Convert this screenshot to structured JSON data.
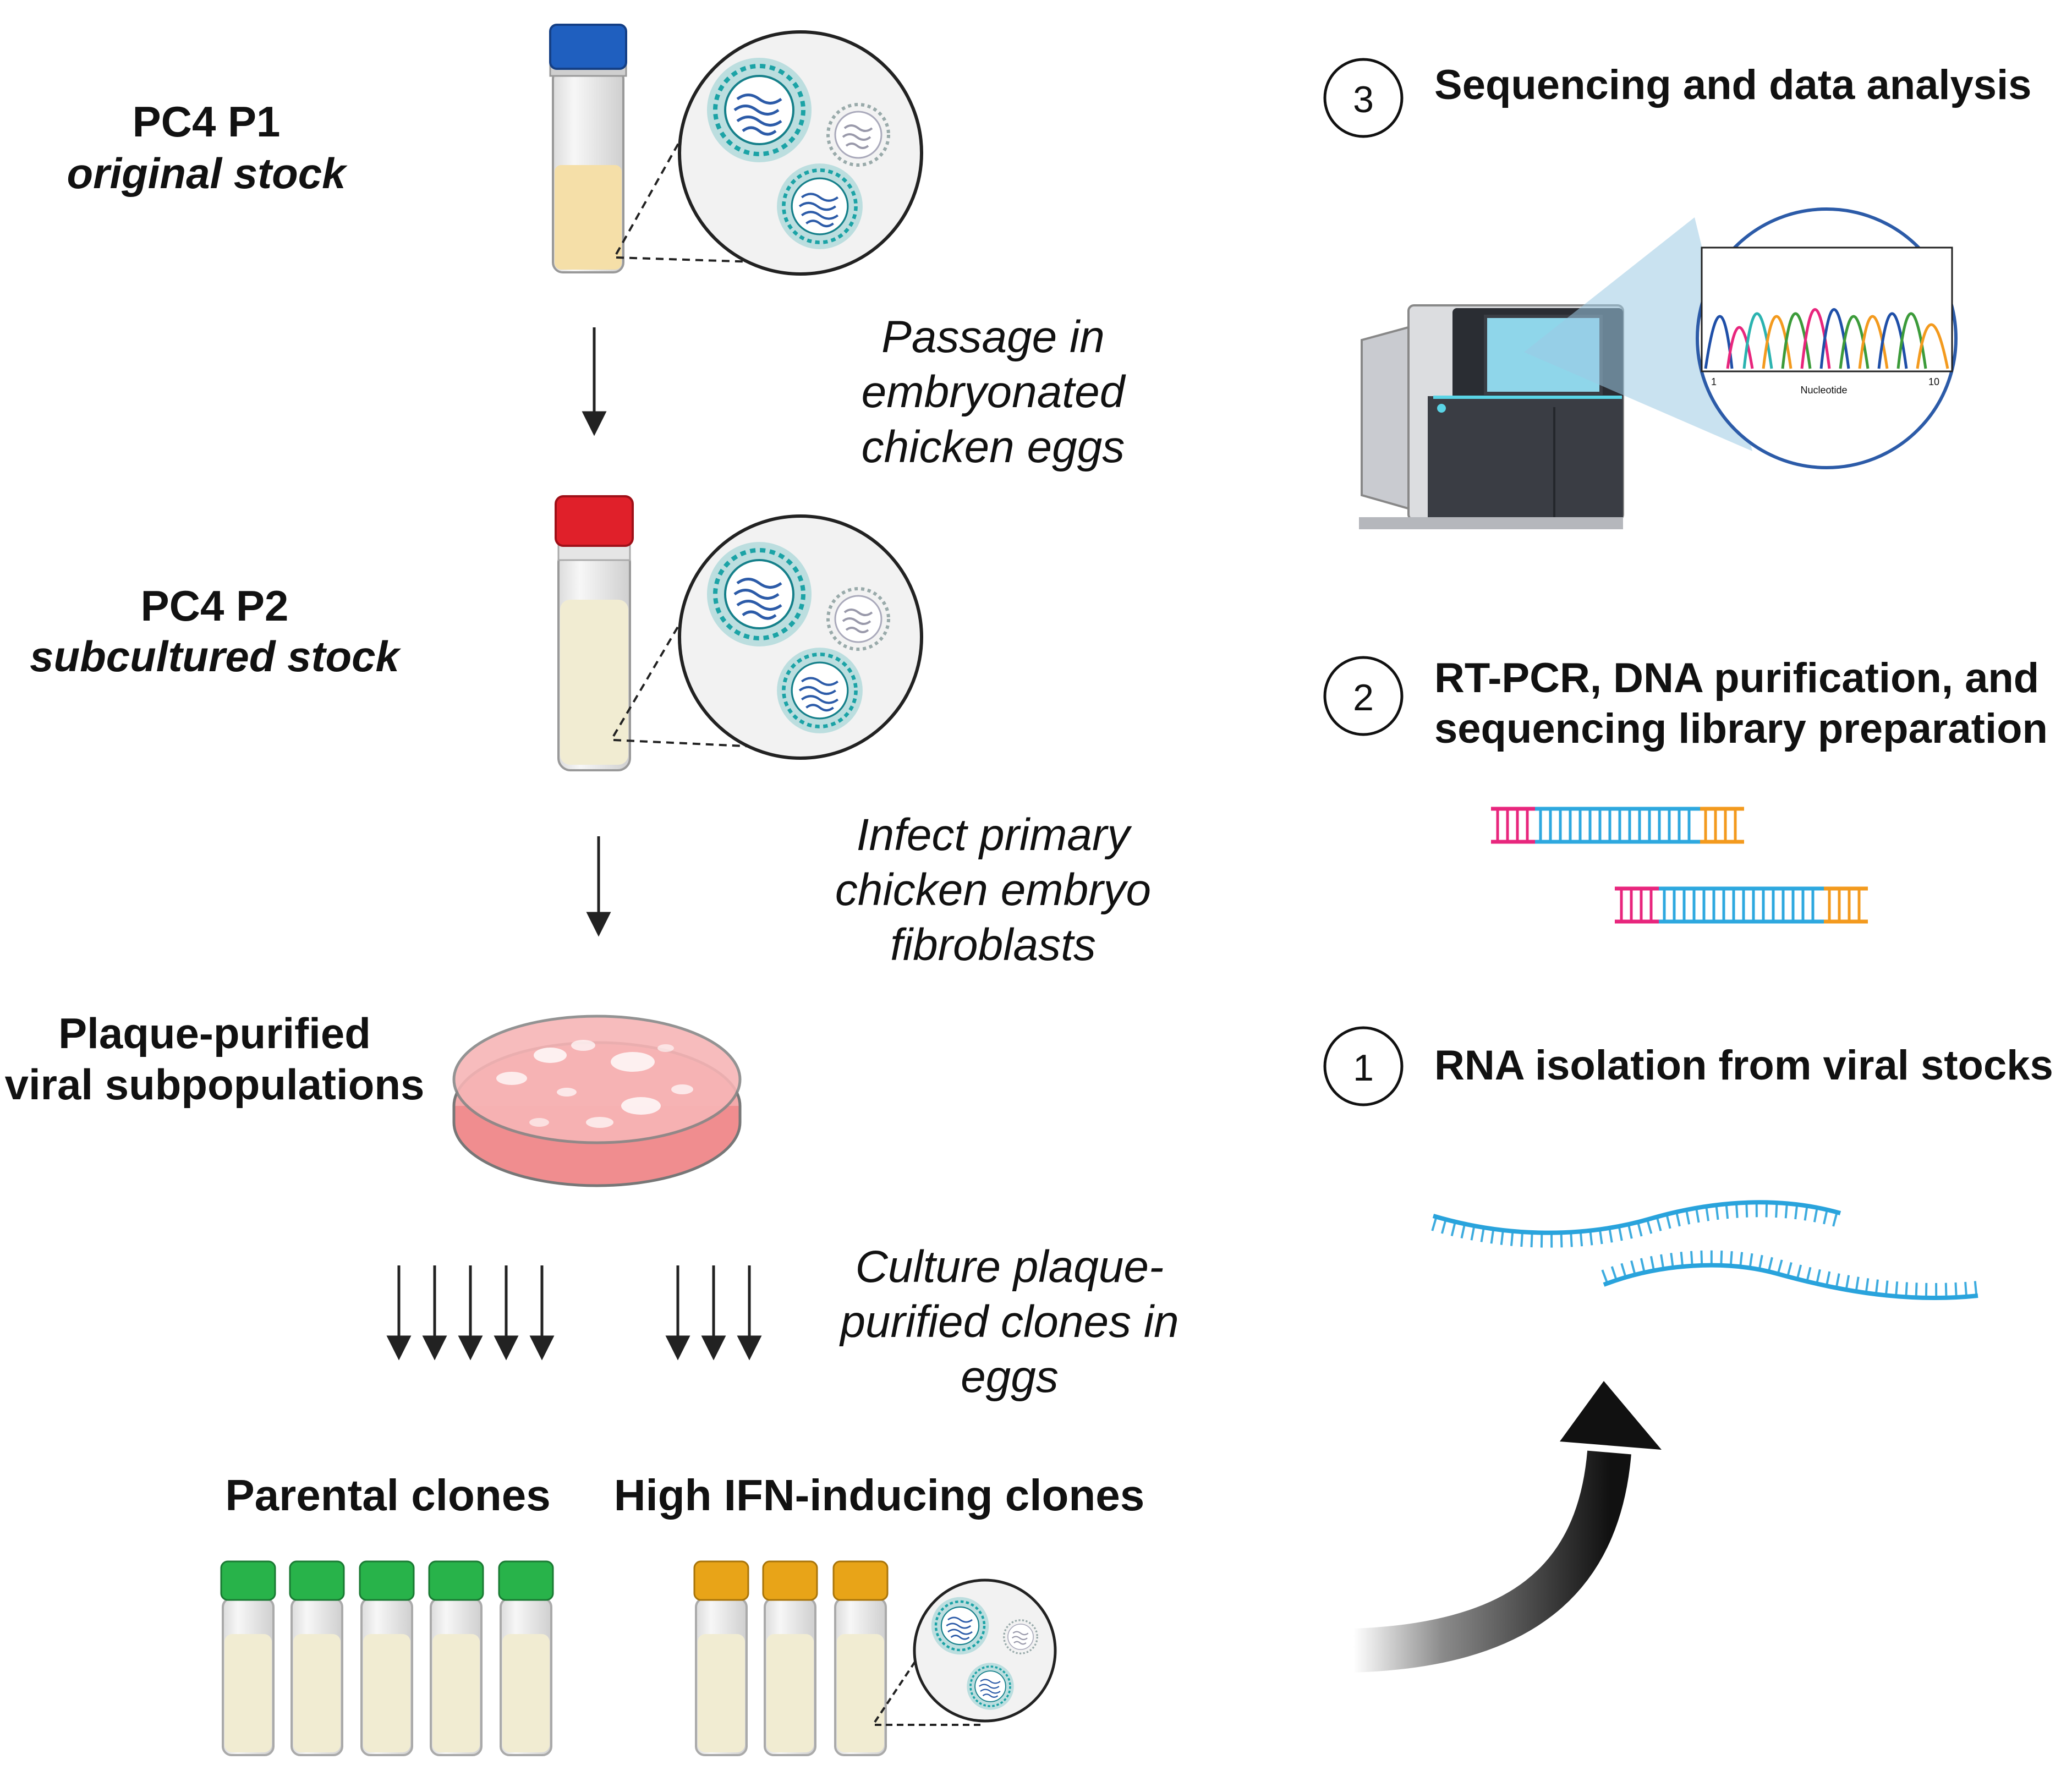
{
  "stocks": {
    "p1": {
      "name": "PC4 P1",
      "desc": "original stock"
    },
    "p2": {
      "name": "PC4 P2",
      "desc": "subcultured stock"
    },
    "plaque": {
      "line1": "Plaque-purified",
      "line2": "viral subpopulations"
    }
  },
  "processes": {
    "passage": [
      "Passage in",
      "embryonated",
      "chicken eggs"
    ],
    "infect": [
      "Infect primary",
      "chicken embryo",
      "fibroblasts"
    ],
    "culture": [
      "Culture plaque-",
      "purified clones in",
      "eggs"
    ]
  },
  "clones": {
    "parental": "Parental clones",
    "high_ifn": "High IFN-inducing clones"
  },
  "steps": [
    {
      "number": "3",
      "line1": "Sequencing and data analysis",
      "line2": ""
    },
    {
      "number": "2",
      "line1": "RT-PCR, DNA purification, and",
      "line2": "sequencing library preparation"
    },
    {
      "number": "1",
      "line1": "RNA isolation from viral stocks",
      "line2": ""
    }
  ],
  "chromatogram": {
    "xlabel": "Nucleotide",
    "tick_start": "1",
    "tick_end": "10"
  },
  "icons": {
    "vial_blue_cap": "vial-icon",
    "vial_red_cap": "tube-icon",
    "virus_zoom": "virus-icon",
    "petri_dish": "petri-dish-icon",
    "sequencer": "sequencer-icon",
    "dna": "dna-strand-icon",
    "rna": "rna-strand-icon"
  },
  "colors": {
    "cap_blue": "#1f5fbf",
    "cap_red": "#e0202a",
    "cap_green": "#28b34a",
    "cap_orange": "#e8a418",
    "virus_teal": "#1ba3a6",
    "dna_pink": "#e8267d",
    "dna_blue": "#2ea8df",
    "dna_orange": "#f39a1e",
    "rna_blue": "#29a3dc",
    "petri_pink": "#f08d8f"
  }
}
